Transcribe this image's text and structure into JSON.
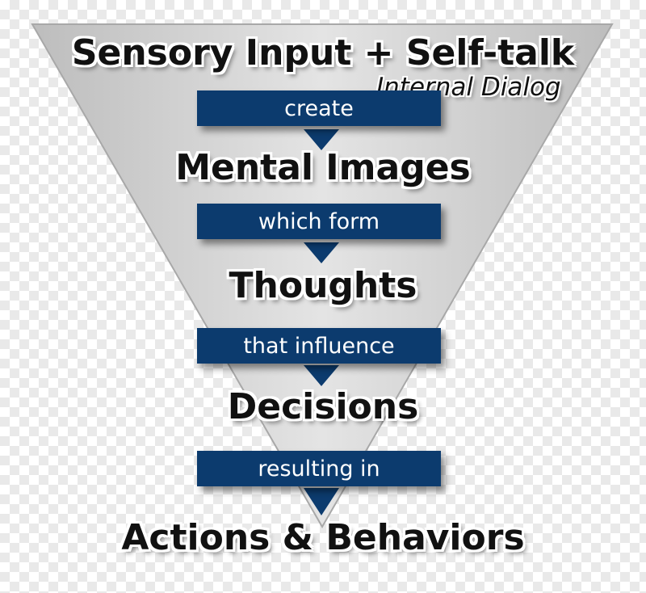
{
  "diagram": {
    "title": "Sensory Input + Self-talk",
    "subtitle": "Internal Dialog",
    "stages": [
      "Mental Images",
      "Thoughts",
      "Decisions",
      "Actions & Behaviors"
    ],
    "connectors": [
      "create",
      "which form",
      "that influence",
      "resulting in"
    ],
    "colors": {
      "funnel_fill": "#c9c9c9",
      "connector_fill": "#0c3b6e",
      "heading_text": "#111111"
    }
  }
}
